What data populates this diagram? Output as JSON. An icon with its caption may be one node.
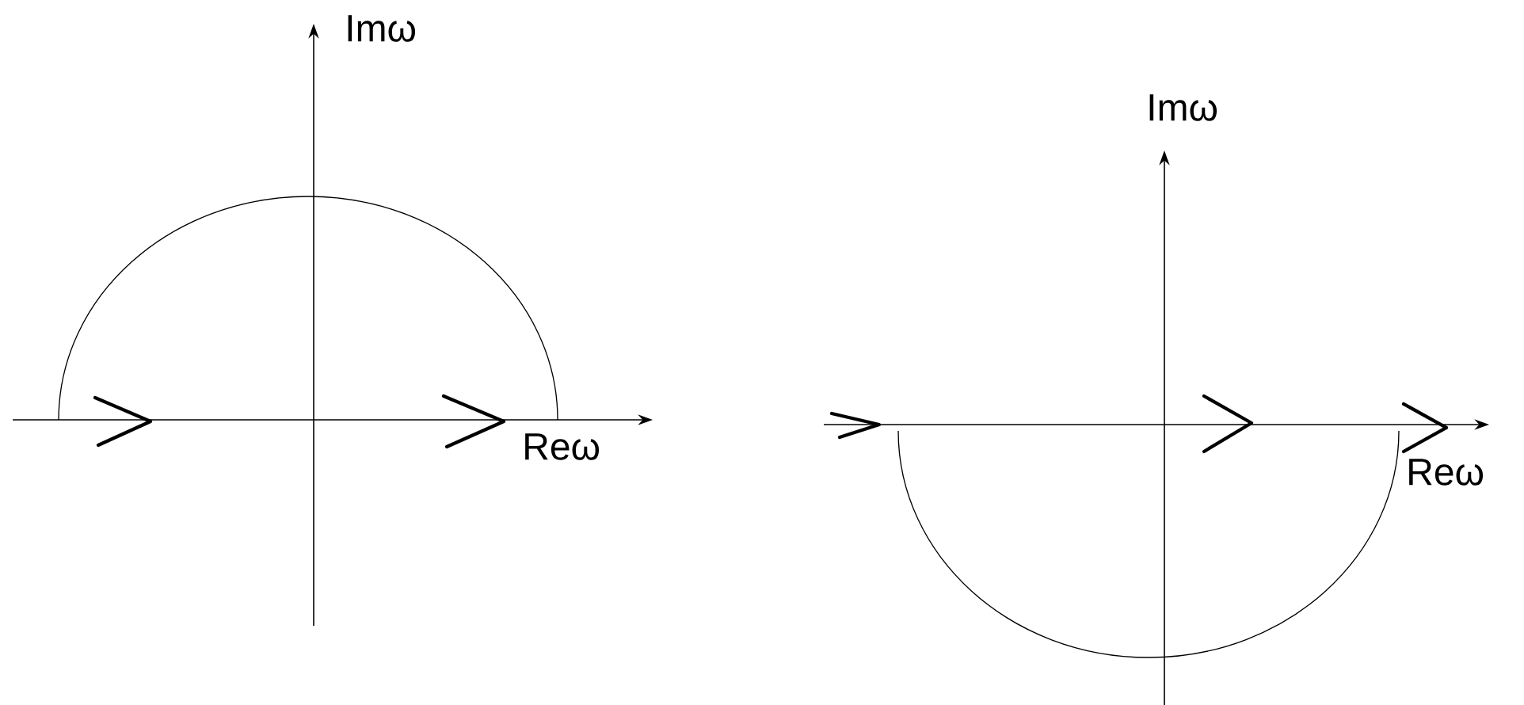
{
  "diagram": {
    "labels": [
      "Imω",
      "Imω",
      "Reω",
      "Reω"
    ]
  }
}
